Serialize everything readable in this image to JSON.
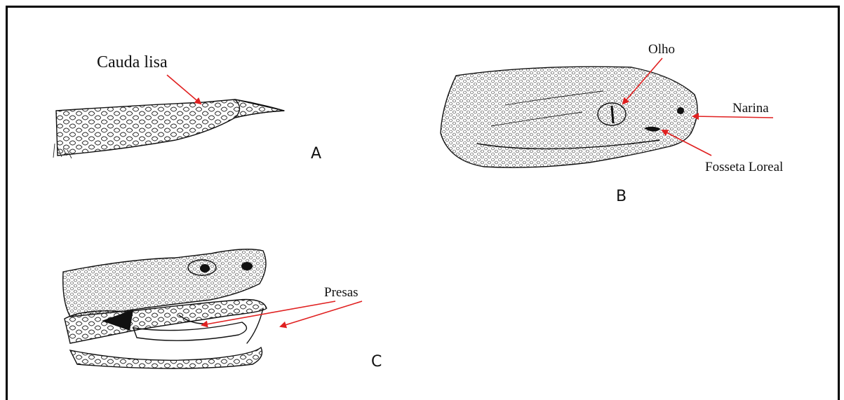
{
  "labels": {
    "tail": "Cauda lisa",
    "eye": "Olho",
    "nostril": "Narina",
    "loreal_pit": "Fosseta Loreal",
    "fangs": "Presas"
  },
  "panels": {
    "a": "A",
    "b": "B",
    "c": "C"
  },
  "colors": {
    "arrow": "#e02020",
    "ink": "#111111",
    "border": "#000000"
  }
}
